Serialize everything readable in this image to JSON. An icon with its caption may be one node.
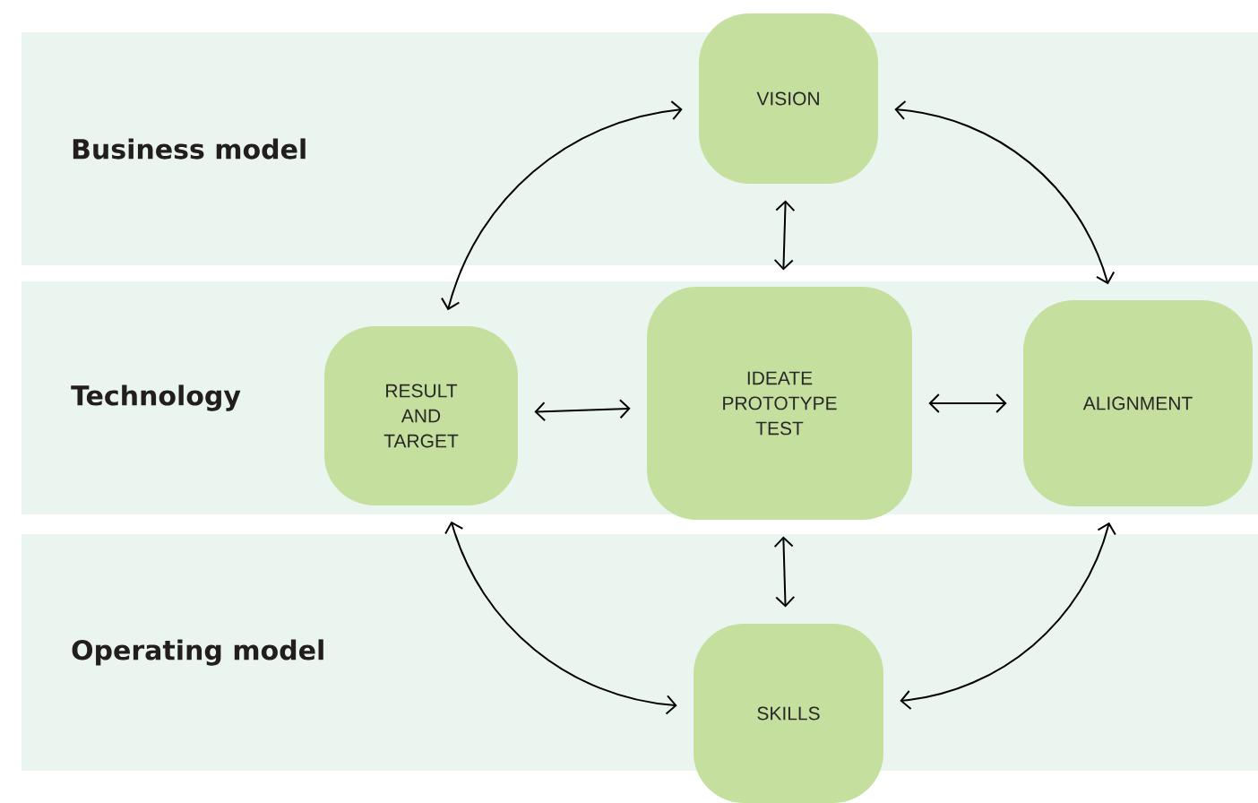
{
  "diagram": {
    "nodes": [
      {
        "text": [
          "VISION"
        ]
      },
      {
        "text": [
          "RESULT AND TARGET"
        ]
      },
      {
        "text": [
          "IDEATE PROTOTYPE TEST"
        ]
      },
      {
        "text": [
          "ALIGNMENT"
        ]
      },
      {
        "text": [
          "SKILLS"
        ]
      }
    ],
    "edges": [
      {
        "from": 0,
        "to": 1,
        "arrow": "both"
      },
      {
        "from": 0,
        "to": 2,
        "arrow": "both"
      },
      {
        "from": 0,
        "to": 3,
        "arrow": "both"
      },
      {
        "from": 1,
        "to": 2,
        "arrow": "both"
      },
      {
        "from": 2,
        "to": 3,
        "arrow": "both"
      },
      {
        "from": 2,
        "to": 4,
        "arrow": "both"
      },
      {
        "from": 1,
        "to": 4,
        "arrow": "both"
      },
      {
        "from": 3,
        "to": 4,
        "arrow": "both"
      }
    ],
    "labels": [
      "Business model",
      "Technology",
      "Operating model"
    ]
  }
}
